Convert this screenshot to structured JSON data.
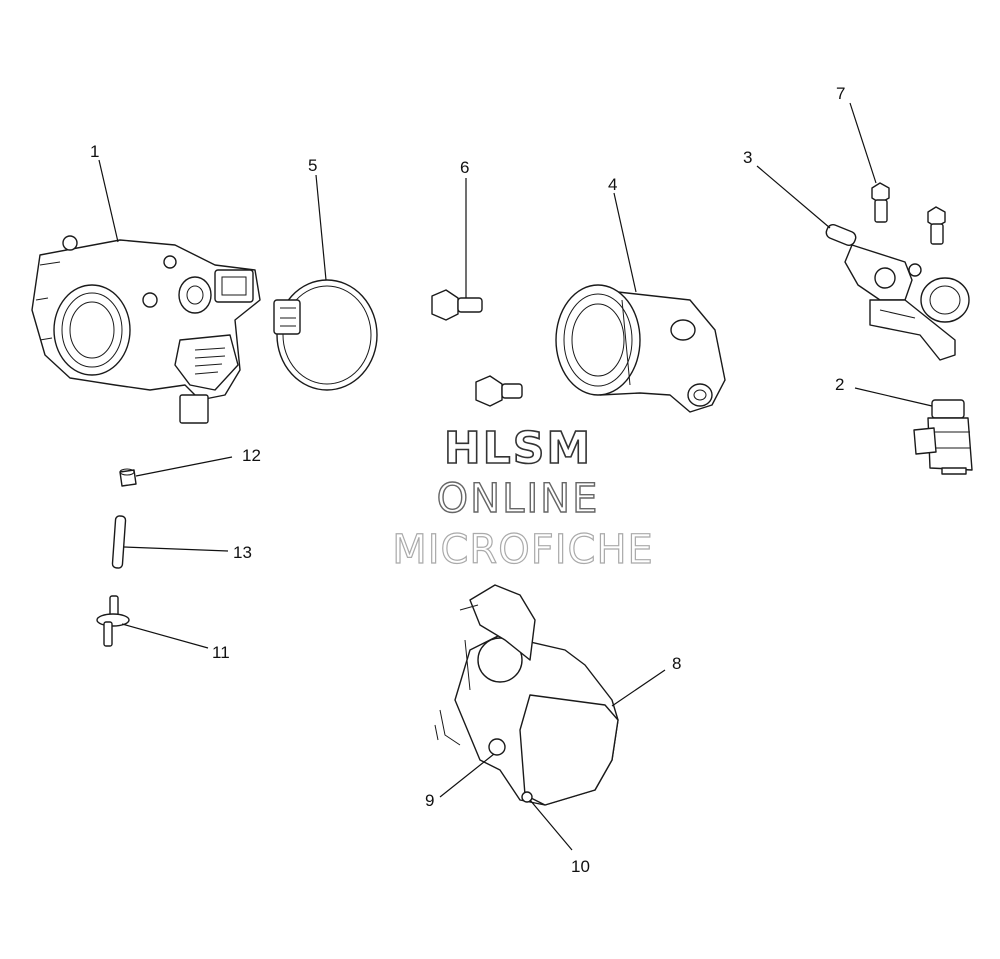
{
  "watermark": {
    "line1": "HLSM",
    "line2": "ONLINE",
    "line3": "MICROFICHE"
  },
  "callouts": {
    "c1": "1",
    "c2": "2",
    "c3": "3",
    "c4": "4",
    "c5": "5",
    "c6": "6",
    "c7": "7",
    "c8": "8",
    "c9": "9",
    "c10": "10",
    "c11": "11",
    "c12": "12",
    "c13": "13"
  }
}
